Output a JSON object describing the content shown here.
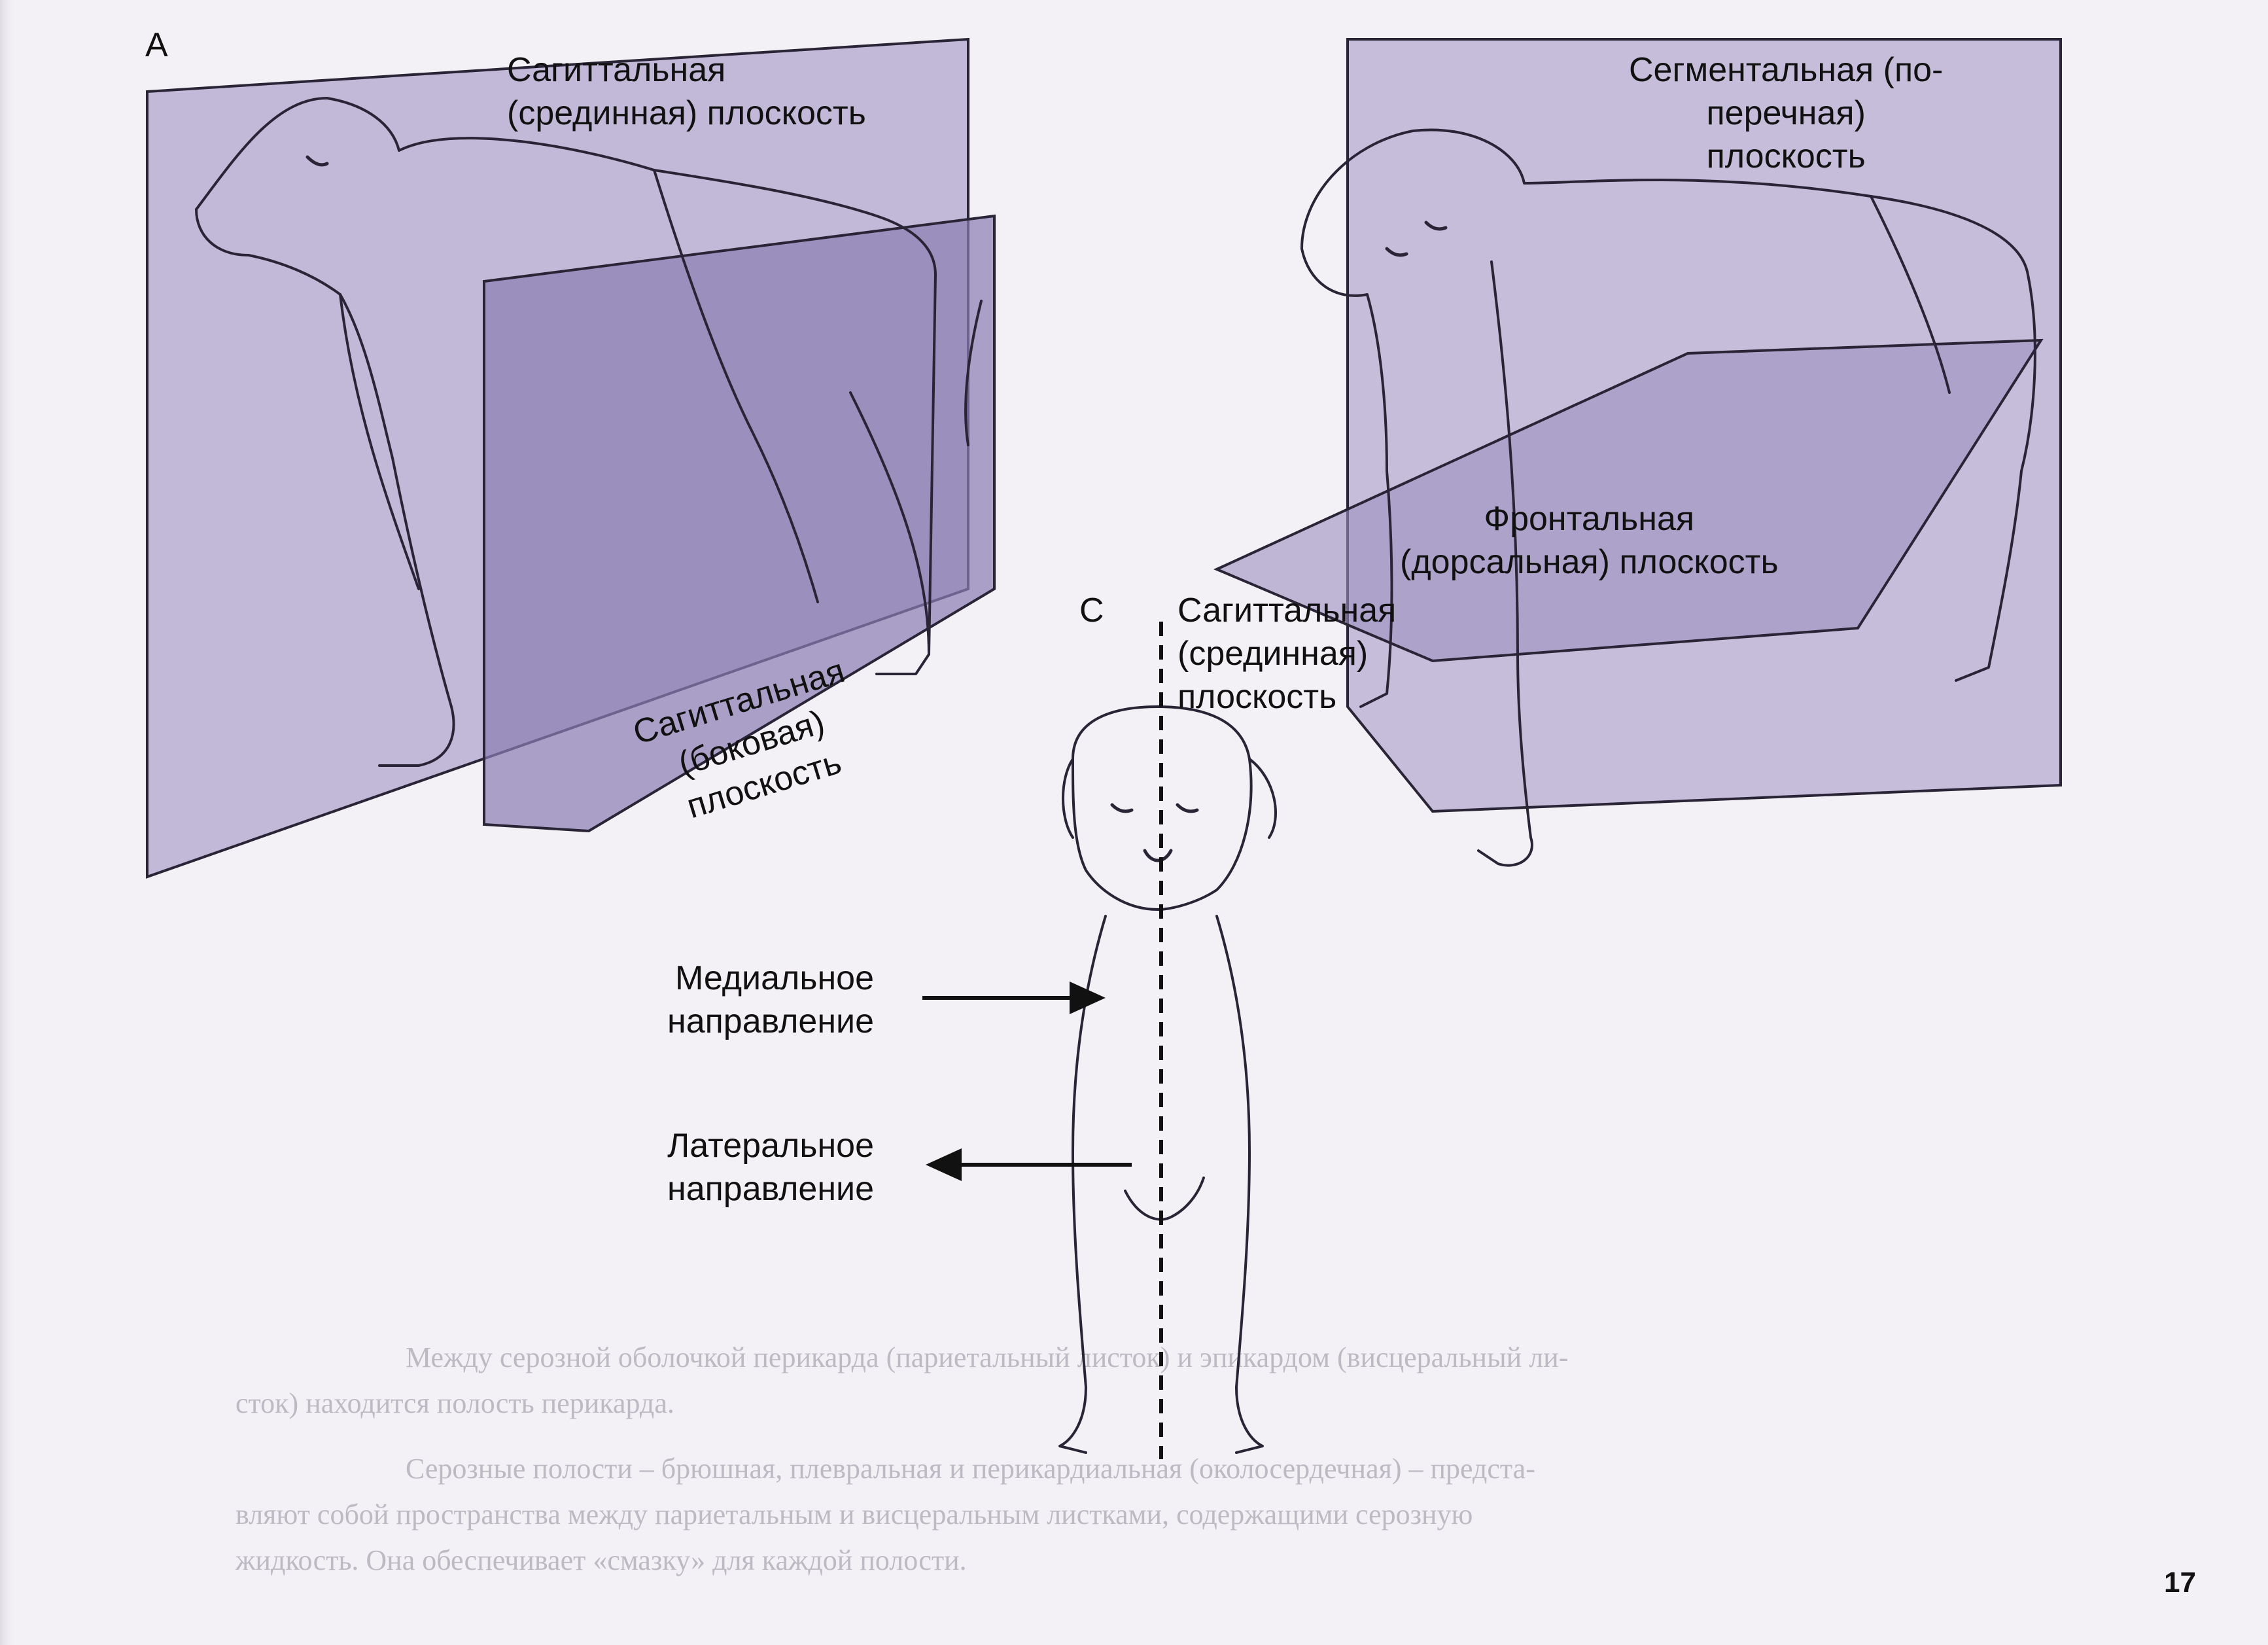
{
  "labels": {
    "panel_a": "A",
    "panel_c": "C",
    "sagittal_median_top": [
      "Сагиттальная",
      "(срединная)  плоскость"
    ],
    "segmental": [
      "Сегментальная (по-",
      "перечная)",
      "плоскость"
    ],
    "frontal": [
      "Фронтальная",
      "(дорсальная) плоскость"
    ],
    "sagittal_median_center": [
      "Сагиттальная",
      "(срединная)",
      "плоскость"
    ],
    "sagittal_lateral": [
      "Сагиттальная",
      "(боковая)",
      "плоскость"
    ],
    "medial_direction": [
      "Медиальное",
      "направление"
    ],
    "lateral_direction": [
      "Латеральное",
      "направление"
    ]
  },
  "page_number": "17",
  "colors": {
    "plane_fill": "#a79bc8",
    "plane_stroke": "#2a2536",
    "background": "#f3f1f5",
    "bleed_text": "#bdbac4"
  },
  "bleed_through_text": [
    "Между серозной оболочкой перикарда (париетальный листок) и эпикардом (висцеральный ли-",
    "сток) находится полость перикарда.",
    "Серозные полости – брюшная, плевральная и перикардиальная (околосердечная) – предста-",
    "вляют собой пространства между париетальным и висцеральным листками, содержащими серозную",
    "жидкость. Она обеспечивает «смазку» для каждой полости."
  ]
}
